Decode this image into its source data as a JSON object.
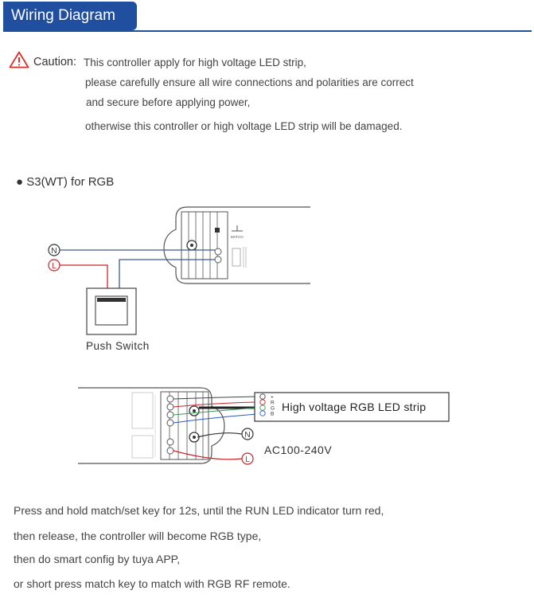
{
  "header": {
    "title": "Wiring Diagram"
  },
  "caution": {
    "label": "Caution:",
    "lines": [
      "This controller apply for high voltage LED strip,",
      "please carefully ensure all wire connections and polarities are correct",
      "and secure before applying power,",
      "otherwise this controller or high voltage LED strip will be damaged."
    ]
  },
  "section": {
    "bullet": "● S3(WT) for RGB"
  },
  "diagram1": {
    "n_label": "N",
    "l_label": "L",
    "push_switch": "Push Switch",
    "match_label": "MATCH"
  },
  "diagram2": {
    "strip_label": "High voltage RGB LED strip",
    "ac_label": "AC100-240V",
    "n_label": "N",
    "l_label": "L",
    "strip_pins": [
      "+",
      "R",
      "G",
      "B"
    ]
  },
  "instructions": [
    "Press and hold match/set key for 12s, until the RUN LED indicator turn red,",
    "then release, the controller will become RGB type,",
    "then do  smart  config by  tuya  APP,",
    "or  short press match key to match  with RGB  RF  remote."
  ],
  "colors": {
    "header_bg": "#1f4f9e",
    "warning": "#d9302b",
    "live_wire": "#c8262b",
    "neutral_wire": "#3a5a9a"
  }
}
